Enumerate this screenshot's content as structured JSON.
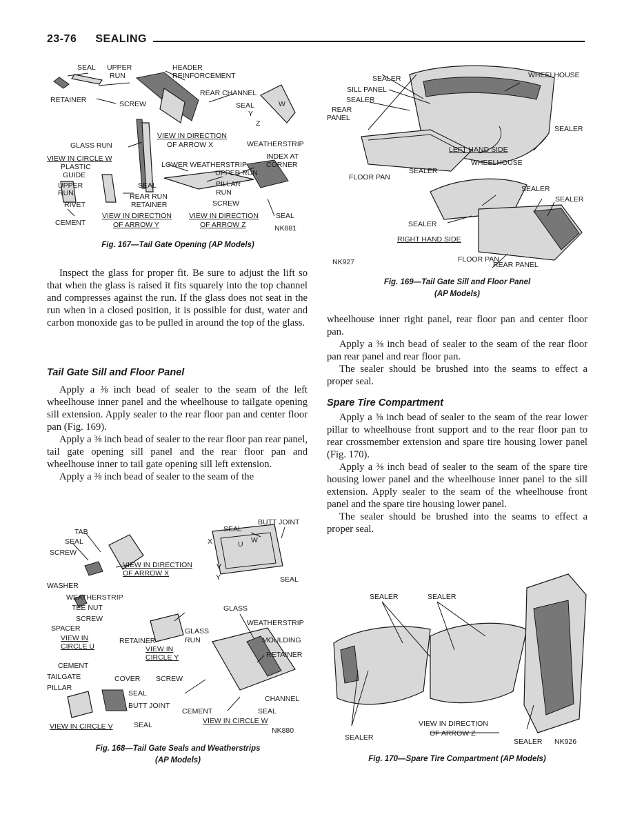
{
  "header": {
    "page_number": "23-76",
    "section": "SEALING"
  },
  "fig167": {
    "labels": {
      "seal": "SEAL",
      "upper_run": "UPPER",
      "upper_run2": "RUN",
      "header": "HEADER",
      "header_reinf": "REINFORCEMENT",
      "retainer": "RETAINER",
      "screw": "SCREW",
      "rear_channel": "REAR CHANNEL",
      "seal2": "SEAL",
      "y": "Y",
      "w": "W",
      "z": "Z",
      "glass_run": "GLASS RUN",
      "view_dir_x_1": "VIEW IN DIRECTION",
      "view_dir_x_2": "OF ARROW X",
      "weatherstrip": "WEATHERSTRIP",
      "index_at": "INDEX AT",
      "corner": "CORNER",
      "view_circle_w": "VIEW IN CIRCLE W",
      "plastic": "PLASTIC",
      "guide": "GUIDE",
      "lower_weatherstrip": "LOWER WEATHERSTRIP",
      "upper_run3": "UPPER RUN",
      "upper4": "UPPER",
      "run4": "RUN",
      "seal3": "SEAL",
      "pillar": "PILLAR",
      "run5": "RUN",
      "rear_run": "REAR RUN",
      "rivet": "RIVET",
      "retainer2": "RETAINER",
      "screw2": "SCREW",
      "cement": "CEMENT",
      "view_dir_y_1": "VIEW IN DIRECTION",
      "view_dir_y_2": "OF ARROW Y",
      "view_dir_z_1": "VIEW IN DIRECTION",
      "view_dir_z_2": "OF ARROW Z",
      "seal4": "SEAL",
      "code": "NK881"
    },
    "caption": "Fig. 167—Tail Gate Opening (AP Models)"
  },
  "left_text": {
    "p1": "Inspect the glass for proper fit. Be sure to adjust the lift so that when the glass is raised it fits squarely into the top channel and compresses against the run. If the glass does not seat in the run when in a closed position, it is possible for dust, water and carbon monoxide gas to be pulled in around the top of the glass.",
    "heading": "Tail Gate Sill and Floor Panel",
    "p2": "Apply a ⅜ inch bead of sealer to the seam of the left wheelhouse inner panel and the wheelhouse to tailgate opening sill extension. Apply sealer to the rear floor pan and center floor pan (Fig. 169).",
    "p3": "Apply a ⅜ inch bead of sealer to the rear floor pan rear panel, tail gate opening sill panel and the rear floor pan and wheelhouse inner to tail gate opening sill left extension.",
    "p4": "Apply a ⅜ inch bead of sealer to the seam of the"
  },
  "fig168": {
    "labels": {
      "tab": "TAB",
      "seal": "SEAL",
      "screw": "SCREW",
      "seal_top": "SEAL",
      "butt_joint": "BUTT JOINT",
      "x": "X",
      "u": "U",
      "w": "W",
      "v": "V",
      "y": "Y",
      "view_dir_x_1": "VIEW IN DIRECTION",
      "view_dir_x_2": "OF ARROW X",
      "seal2": "SEAL",
      "washer": "WASHER",
      "weatherstrip": "WEATHERSTRIP",
      "tee_nut": "TEE NUT",
      "screw2": "SCREW",
      "glass": "GLASS",
      "spacer": "SPACER",
      "weatherstrip2": "WEATHERSTRIP",
      "view_circle_u_1": "VIEW IN",
      "view_circle_u_2": "CIRCLE U",
      "retainer": "RETAINER",
      "glass2": "GLASS",
      "run": "RUN",
      "moulding": "MOULDING",
      "view_circle_y_1": "VIEW IN",
      "view_circle_y_2": "CIRCLE Y",
      "retainer2": "RETAINER",
      "cement": "CEMENT",
      "tailgate": "TAILGATE",
      "pillar": "PILLAR",
      "cover": "COVER",
      "screw3": "SCREW",
      "seal3": "SEAL",
      "channel": "CHANNEL",
      "butt_joint2": "BUTT JOINT",
      "cement2": "CEMENT",
      "seal4": "SEAL",
      "view_circle_w": "VIEW IN CIRCLE W",
      "view_circle_v": "VIEW IN CIRCLE V",
      "seal5": "SEAL",
      "code": "NK880"
    },
    "caption_1": "Fig. 168—Tail Gate Seals and Weatherstrips",
    "caption_2": "(AP Models)"
  },
  "fig169": {
    "labels": {
      "sealer1": "SEALER",
      "wheelhouse": "WHEELHOUSE",
      "sill_panel": "SILL PANEL",
      "sealer2": "SEALER",
      "rear": "REAR",
      "panel": "PANEL",
      "sealer3": "SEALER",
      "left_hand_side": "LEFT HAND SIDE",
      "wheelhouse2": "WHEELHOUSE",
      "sealer4": "SEALER",
      "floor_pan": "FLOOR PAN",
      "sealer5": "SEALER",
      "sealer6": "SEALER",
      "sealer7": "SEALER",
      "right_hand_side": "RIGHT HAND SIDE",
      "floor_pan2": "FLOOR PAN",
      "rear_panel": "REAR PANEL",
      "code": "NK927"
    },
    "caption_1": "Fig. 169—Tail Gate Sill and Floor Panel",
    "caption_2": "(AP Models)"
  },
  "right_text": {
    "p1": "wheelhouse inner right panel, rear floor pan and center floor pan.",
    "p2": "Apply a ⅜ inch bead of sealer to the seam of the rear floor pan rear panel and rear floor pan.",
    "p3": "The sealer should be brushed into the seams to effect a proper seal.",
    "heading": "Spare Tire Compartment",
    "p4": "Apply a ⅜ inch bead of sealer to the seam of the rear lower pillar to wheelhouse front support and to the rear floor pan to rear crossmember extension and spare tire housing lower panel (Fig. 170).",
    "p5": "Apply a ⅜ inch bead of sealer to the seam of the spare tire housing lower panel and the wheelhouse inner panel to the sill extension. Apply sealer to the seam of the wheelhouse front panel and the spare tire housing lower panel.",
    "p6": "The sealer should be brushed into the seams to effect a proper seal."
  },
  "fig170": {
    "labels": {
      "sealer1": "SEALER",
      "sealer2": "SEALER",
      "view_dir_1": "VIEW IN DIRECTION",
      "view_dir_2": "OF ARROW Z",
      "sealer3": "SEALER",
      "sealer4": "SEALER",
      "code": "NK926"
    },
    "caption": "Fig. 170—Spare Tire Compartment (AP Models)"
  }
}
